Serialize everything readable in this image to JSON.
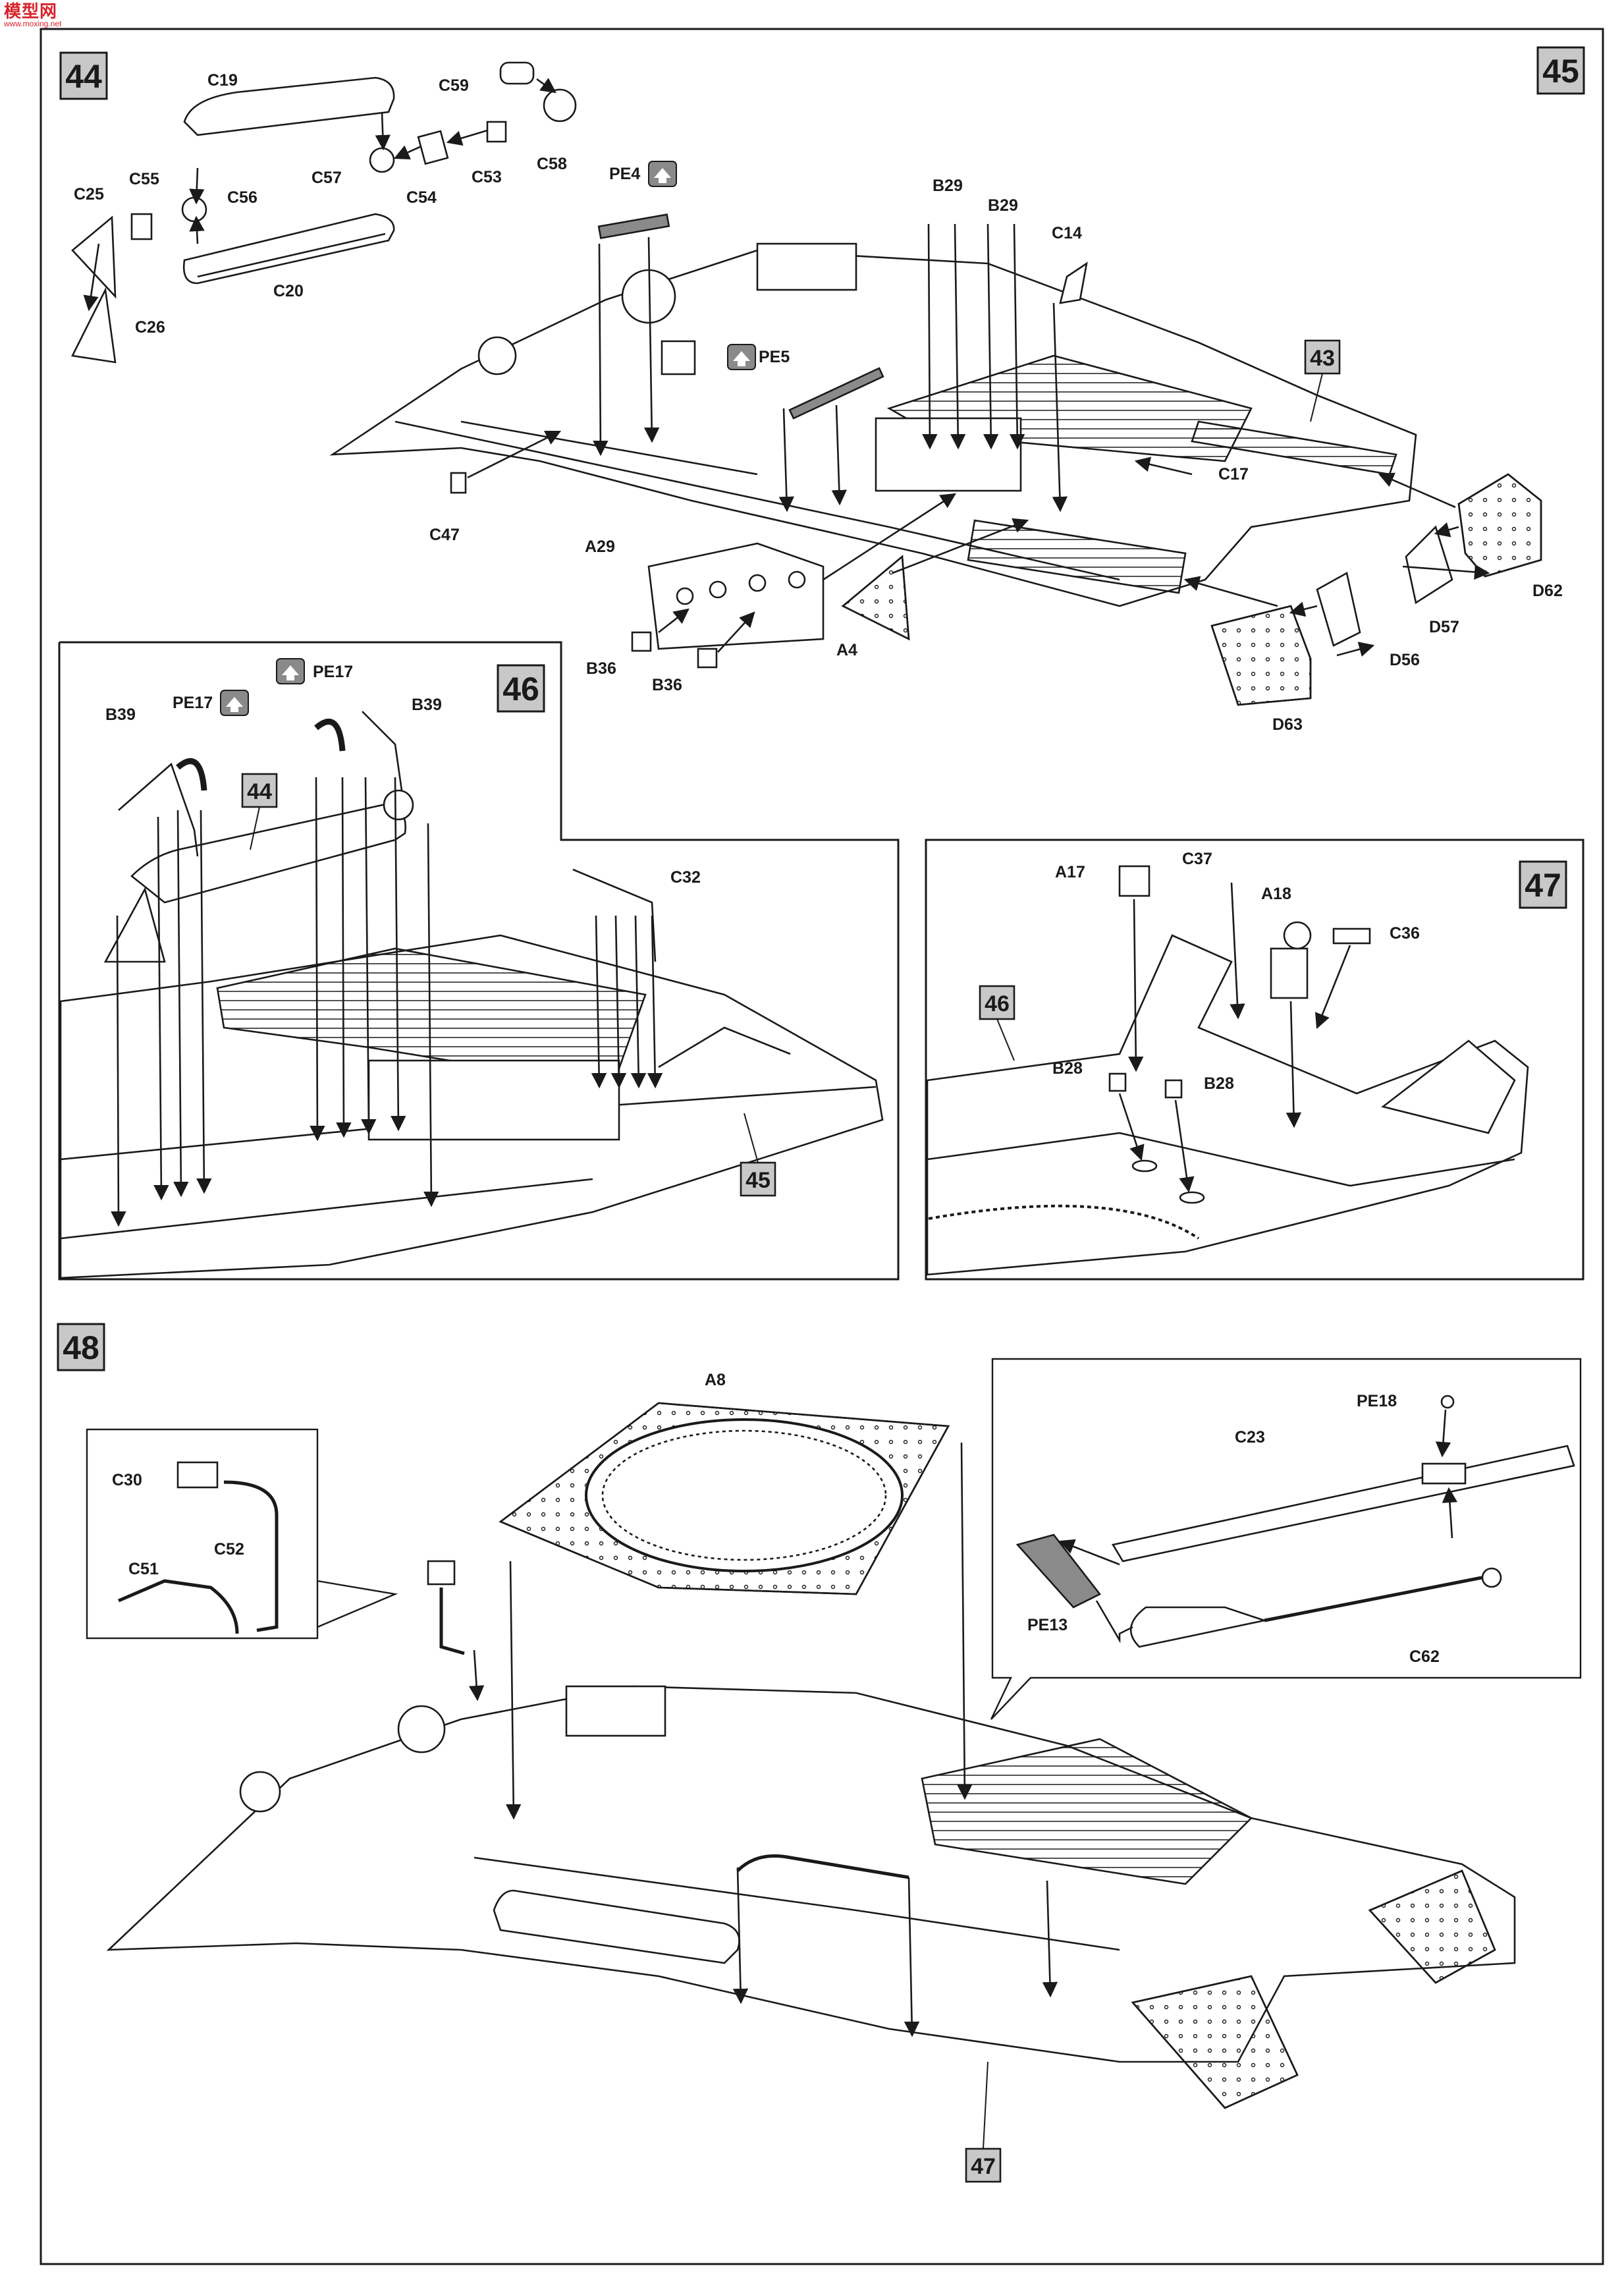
{
  "watermark": {
    "name": "模型网",
    "url": "www.moxing.net"
  },
  "steps": {
    "s44": {
      "number": "44"
    },
    "s45": {
      "number": "45"
    },
    "s46": {
      "number": "46"
    },
    "s47": {
      "number": "47"
    },
    "s48": {
      "number": "48"
    }
  },
  "refs": {
    "r43": "43",
    "r44": "44",
    "r45": "45",
    "r46": "46",
    "r47": "47"
  },
  "parts": {
    "C19": "C19",
    "C20": "C20",
    "C25": "C25",
    "C26": "C26",
    "C55": "C55",
    "C56": "C56",
    "C57": "C57",
    "C54": "C54",
    "C53": "C53",
    "C58": "C58",
    "C59": "C59",
    "PE4": "PE4",
    "PE5": "PE5",
    "B29a": "B29",
    "B29b": "B29",
    "C14": "C14",
    "C47": "C47",
    "A29": "A29",
    "B36a": "B36",
    "B36b": "B36",
    "A4": "A4",
    "C17": "C17",
    "D62": "D62",
    "D57": "D57",
    "D56": "D56",
    "D63": "D63",
    "B39a": "B39",
    "B39b": "B39",
    "PE17a": "PE17",
    "PE17b": "PE17",
    "C32": "C32",
    "A17": "A17",
    "C37": "C37",
    "A18": "A18",
    "C36": "C36",
    "B28a": "B28",
    "B28b": "B28",
    "A8": "A8",
    "C30": "C30",
    "C52": "C52",
    "C51": "C51",
    "PE18": "PE18",
    "C23": "C23",
    "PE13": "PE13",
    "C62": "C62"
  },
  "colors": {
    "ink": "#1a1a1a",
    "box_fill": "#c8c8c8",
    "pe_badge": "#8a8a8a",
    "paper": "#ffffff"
  }
}
